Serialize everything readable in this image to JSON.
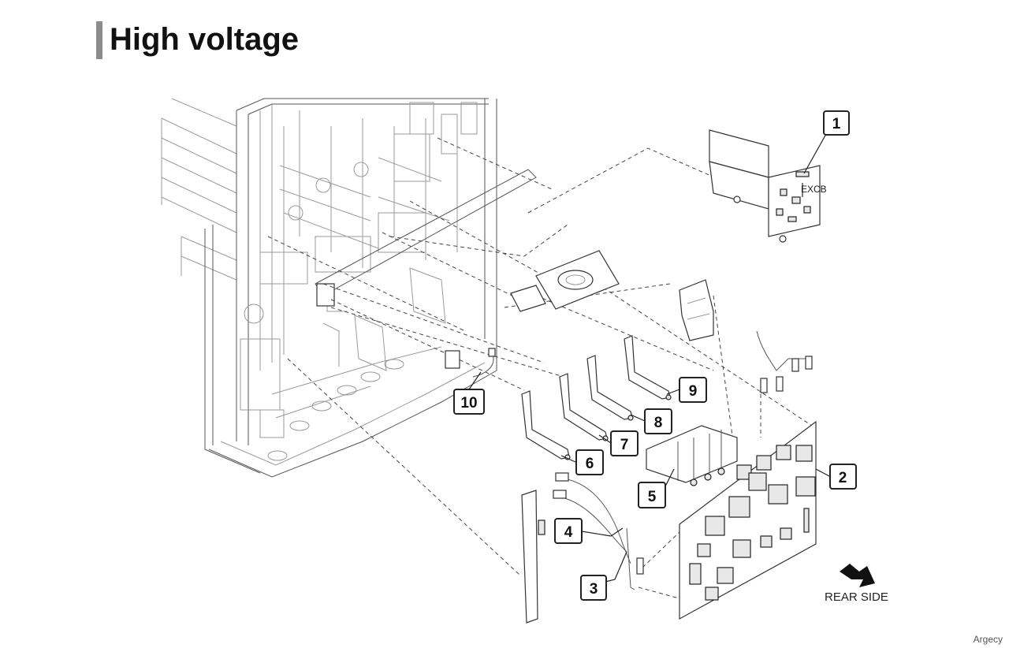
{
  "page": {
    "title": "High voltage"
  },
  "diagram": {
    "callouts": [
      "1",
      "2",
      "3",
      "4",
      "5",
      "6",
      "7",
      "8",
      "9",
      "10"
    ],
    "labels": {
      "excb": "EXCB",
      "rear_side": "REAR SIDE"
    }
  },
  "footer": {
    "watermark": "Argecy"
  },
  "colors": {
    "title_bar": "#8c8c8c",
    "ink": "#111111",
    "line": "#444444"
  }
}
